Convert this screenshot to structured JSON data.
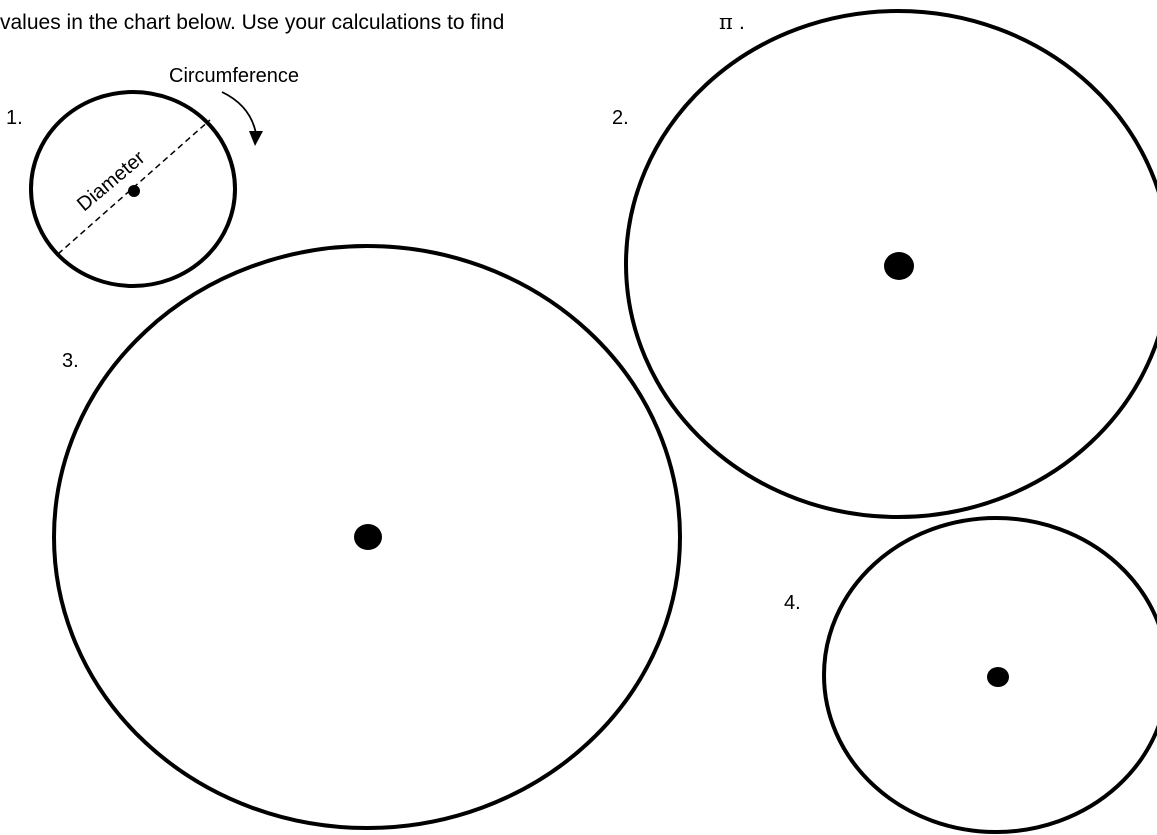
{
  "instruction": {
    "prefix": "values in the chart below. Use your calculations to find",
    "symbol": "π",
    "suffix": "."
  },
  "labels": {
    "circumference": "Circumference",
    "diameter": "Diameter"
  },
  "circles": [
    {
      "number": "1."
    },
    {
      "number": "2."
    },
    {
      "number": "3."
    },
    {
      "number": "4."
    }
  ]
}
